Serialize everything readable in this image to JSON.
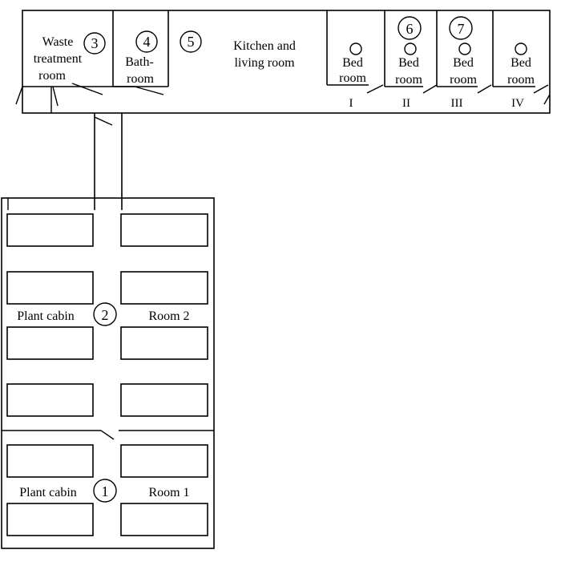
{
  "rooms": {
    "waste": {
      "line1": "Waste",
      "line2": "treatment",
      "line3": "room",
      "number": "3"
    },
    "bath": {
      "line1": "Bath-",
      "line2": "room",
      "number": "4"
    },
    "kitchen": {
      "line1": "Kitchen and",
      "line2": "living room",
      "number": "5"
    },
    "bedrooms": [
      {
        "line1": "Bed",
        "line2": "room",
        "roman": "I",
        "number": ""
      },
      {
        "line1": "Bed",
        "line2": "room",
        "roman": "II",
        "number": "6"
      },
      {
        "line1": "Bed",
        "line2": "room",
        "roman": "III",
        "number": "7"
      },
      {
        "line1": "Bed",
        "line2": "room",
        "roman": "IV",
        "number": ""
      }
    ],
    "cabin2": {
      "left": "Plant cabin",
      "right": "Room 2",
      "number": "2"
    },
    "cabin1": {
      "left": "Plant cabin",
      "right": "Room 1",
      "number": "1"
    }
  }
}
